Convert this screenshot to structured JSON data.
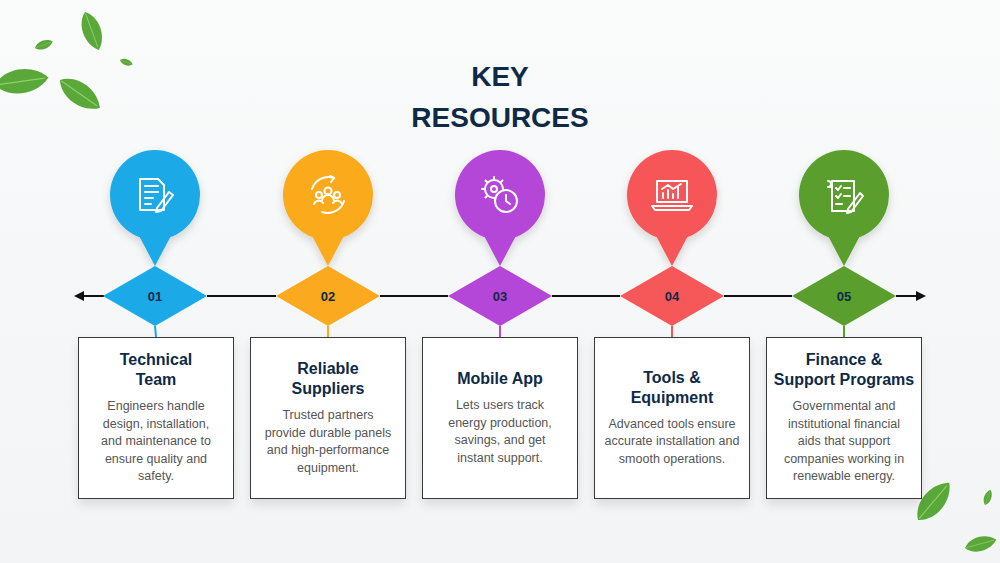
{
  "diagram": {
    "title": "KEY RESOURCES",
    "nodes": [
      {
        "text": [
          "01"
        ]
      },
      {
        "text": [
          "Technical Team",
          "Engineers handle design, installation, and maintenance to ensure quality and safety."
        ]
      },
      {
        "text": [
          "02"
        ]
      },
      {
        "text": [
          "Reliable Suppliers",
          "Trusted partners provide durable panels and high-performance equipment."
        ]
      },
      {
        "text": [
          "03"
        ]
      },
      {
        "text": [
          "Mobile App",
          "Lets users track energy production, savings, and get instant support."
        ]
      },
      {
        "text": [
          "04"
        ]
      },
      {
        "text": [
          "Tools & Equipment",
          "Advanced tools ensure accurate installation and smooth operations."
        ]
      },
      {
        "text": [
          "05"
        ]
      },
      {
        "text": [
          "Finance & Support Programs",
          "Governmental and institutional financial aids that support companies working in renewable energy."
        ]
      }
    ],
    "edges": [
      {
        "from": 0,
        "to": 2,
        "arrow": "none"
      },
      {
        "from": 2,
        "to": 4,
        "arrow": "none"
      },
      {
        "from": 4,
        "to": 6,
        "arrow": "none"
      },
      {
        "from": 6,
        "to": 8,
        "arrow": "none"
      },
      {
        "from": 0,
        "to": 1,
        "arrow": "none"
      },
      {
        "from": 2,
        "to": 3,
        "arrow": "none"
      },
      {
        "from": 4,
        "to": 5,
        "arrow": "none"
      },
      {
        "from": 6,
        "to": 7,
        "arrow": "none"
      },
      {
        "from": 8,
        "to": 9,
        "arrow": "none"
      }
    ]
  }
}
